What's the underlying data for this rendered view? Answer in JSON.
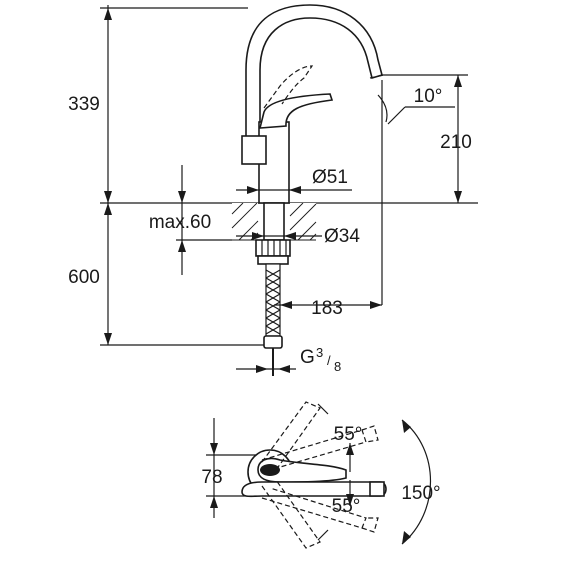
{
  "dimensions": {
    "height_total": "339",
    "height_spout": "210",
    "below_counter": "600",
    "angle_spout": "10°",
    "diameter_body": "Ø51",
    "diameter_hole": "Ø34",
    "max_thickness": "max.60",
    "reach": "183",
    "thread_main": "G",
    "thread_super": "3",
    "thread_sub": "8",
    "handle_depth": "78",
    "angle_up": "55°",
    "angle_down": "55°",
    "angle_swivel": "150°"
  }
}
